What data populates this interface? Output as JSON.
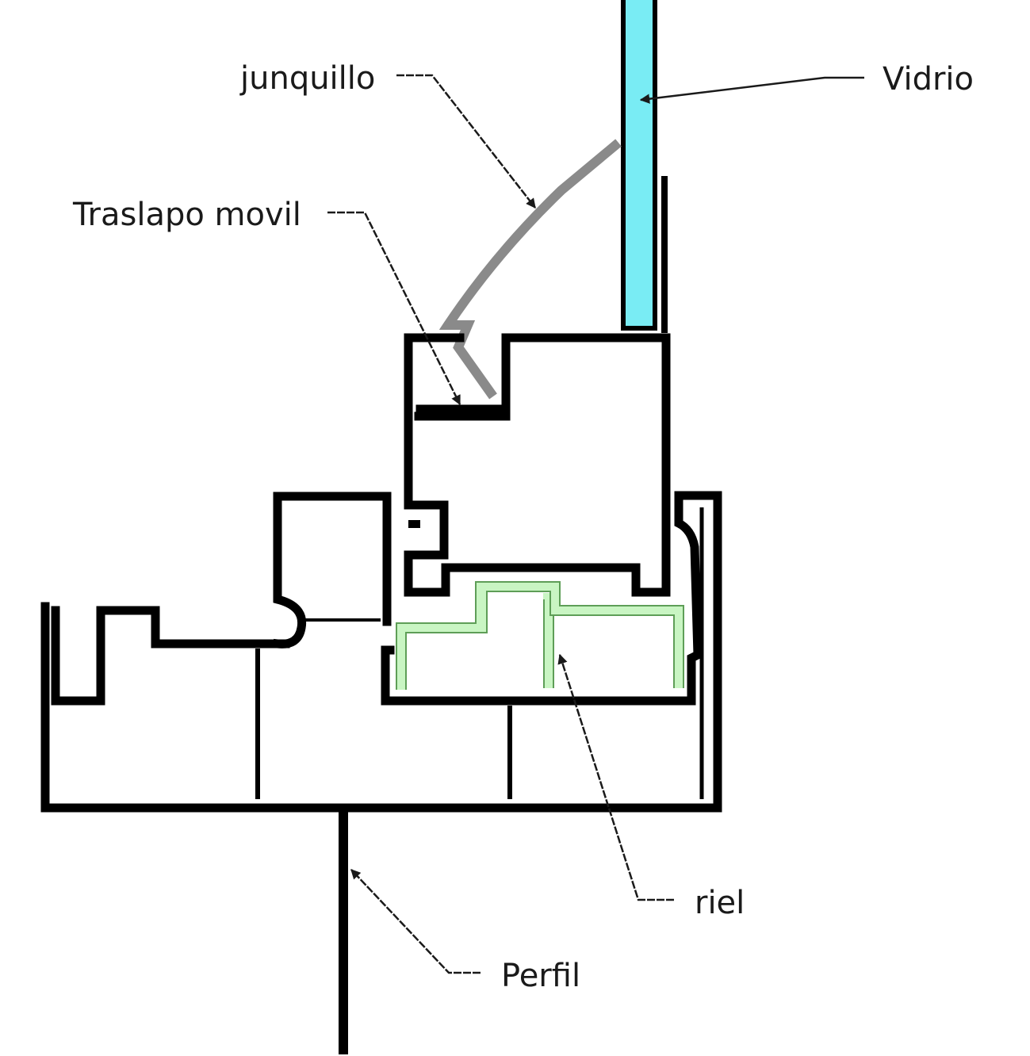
{
  "labels": {
    "junquillo": "junquillo",
    "vidrio": "Vidrio",
    "traslapo": "Traslapo movil",
    "riel": "riel",
    "perfil": "Perfil"
  },
  "colors": {
    "glass": "#79ecf4",
    "bead": "#8a8a8a",
    "rail": "#c9f5c3",
    "outline": "#000000",
    "text": "#1a1a1a",
    "background": "#ffffff"
  }
}
